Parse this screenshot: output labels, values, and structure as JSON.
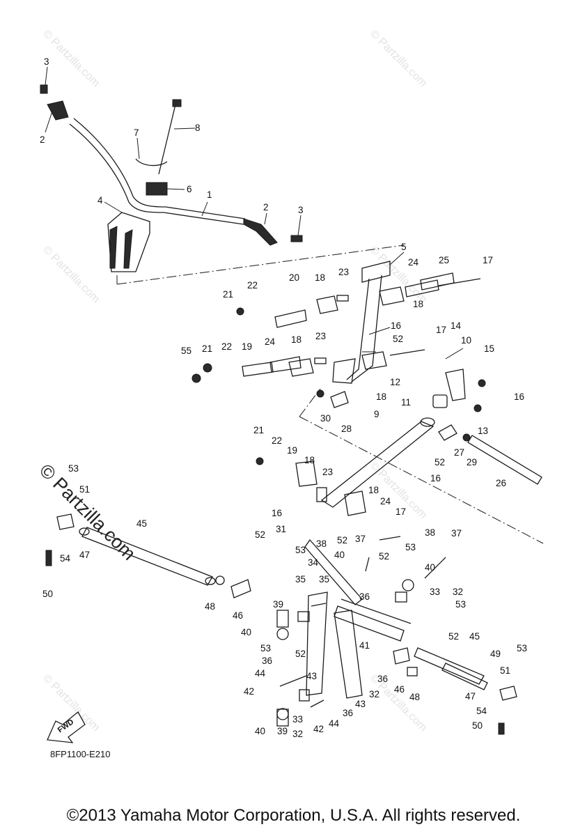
{
  "diagram": {
    "callouts": [
      "1",
      "2",
      "3",
      "4",
      "5",
      "6",
      "7",
      "8",
      "9",
      "10",
      "11",
      "12",
      "13",
      "14",
      "15",
      "16",
      "17",
      "18",
      "19",
      "20",
      "21",
      "22",
      "23",
      "24",
      "25",
      "26",
      "27",
      "28",
      "29",
      "30",
      "31",
      "32",
      "33",
      "34",
      "35",
      "36",
      "37",
      "38",
      "39",
      "40",
      "41",
      "42",
      "43",
      "44",
      "45",
      "46",
      "47",
      "48",
      "49",
      "50",
      "51",
      "52",
      "53",
      "54",
      "55"
    ],
    "fwd_label": "FWD",
    "diagram_code": "8FP1100-E210",
    "watermark_text": "© Partzilla.com",
    "copyright": "©2013 Yamaha Motor Corporation, U.S.A. All rights reserved."
  }
}
